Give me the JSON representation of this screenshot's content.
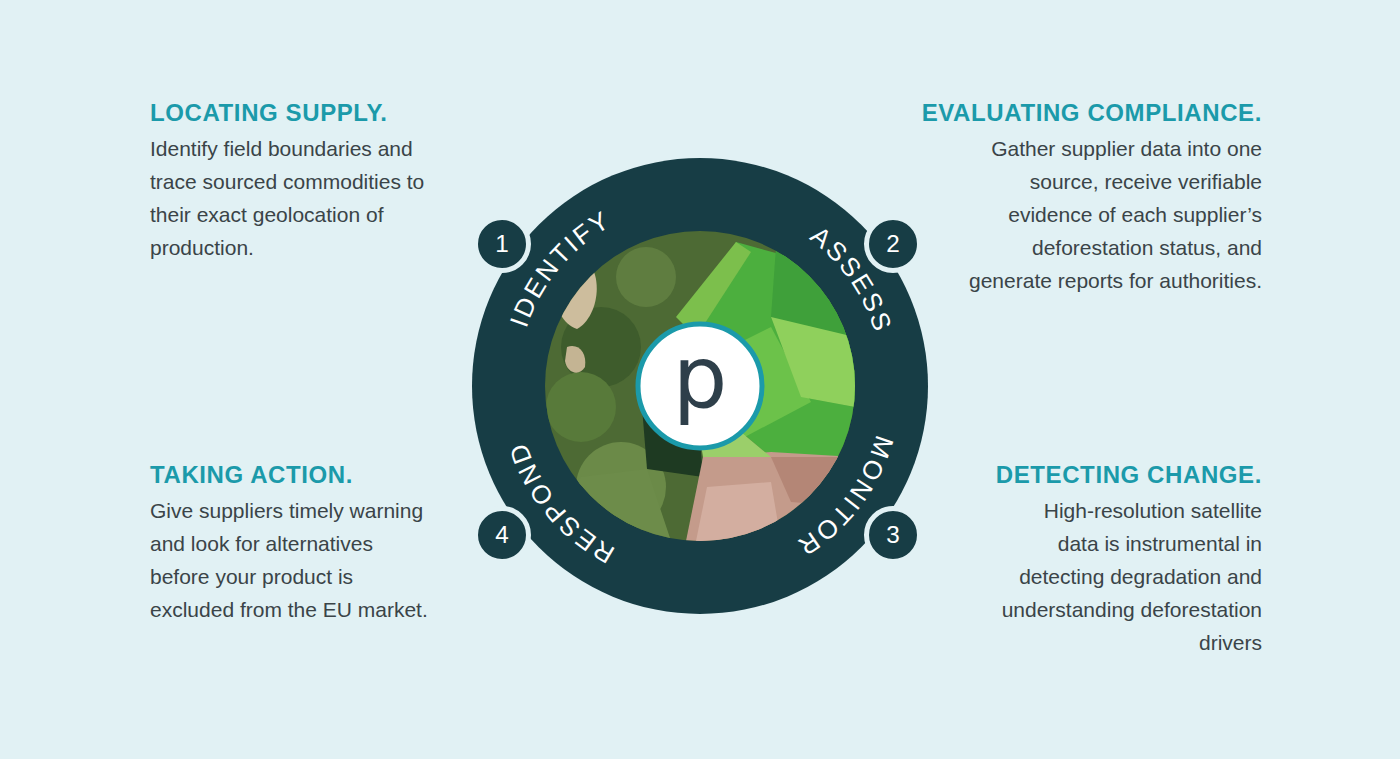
{
  "diagram": {
    "nodes": [
      {
        "text": [
          "IDENTIFY",
          "ASSESS",
          "MONITOR",
          "RESPOND"
        ]
      },
      {
        "text": [
          "1"
        ]
      },
      {
        "text": [
          "2"
        ]
      },
      {
        "text": [
          "3"
        ]
      },
      {
        "text": [
          "4"
        ]
      },
      {
        "text": [
          "p"
        ],
        "in": 0
      }
    ],
    "labels": [
      "LOCATING SUPPLY.",
      "Identify field boundaries and trace sourced commodities to their exact geolocation of production.",
      "EVALUATING COMPLIANCE.",
      "Gather supplier data into one source, receive verifiable evidence of each supplier’s deforestation status, and generate reports for authorities.",
      "TAKING ACTION.",
      "Give suppliers timely warning and look for alternatives before your product is excluded from the EU market.",
      "DETECTING CHANGE.",
      "High-resolution satellite data is instrumental in detecting degradation and understanding deforestation drivers"
    ]
  }
}
